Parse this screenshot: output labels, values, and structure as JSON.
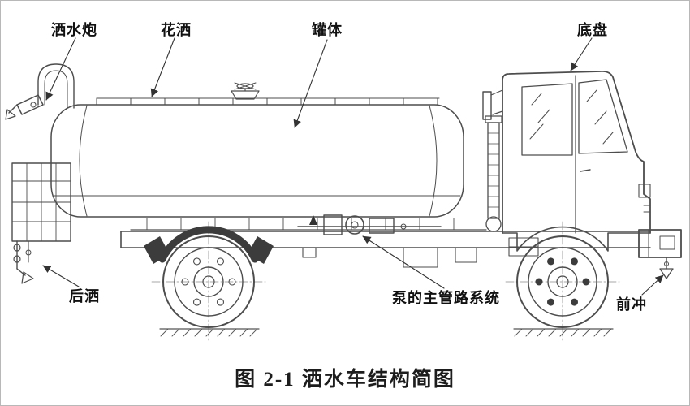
{
  "figure": {
    "caption": "图 2-1 洒水车结构简图"
  },
  "labels": {
    "water_cannon": "洒水炮",
    "shower_sprinkler": "花洒",
    "tank": "罐体",
    "chassis": "底盘",
    "rear_spray": "后洒",
    "pump_pipeline": "泵的主管路系统",
    "front_flush": "前冲"
  },
  "colors": {
    "line": "#4d4d4d",
    "dark_fill": "#3c3c3c",
    "leader": "#333333",
    "text": "#111111",
    "background": "#ffffff"
  }
}
